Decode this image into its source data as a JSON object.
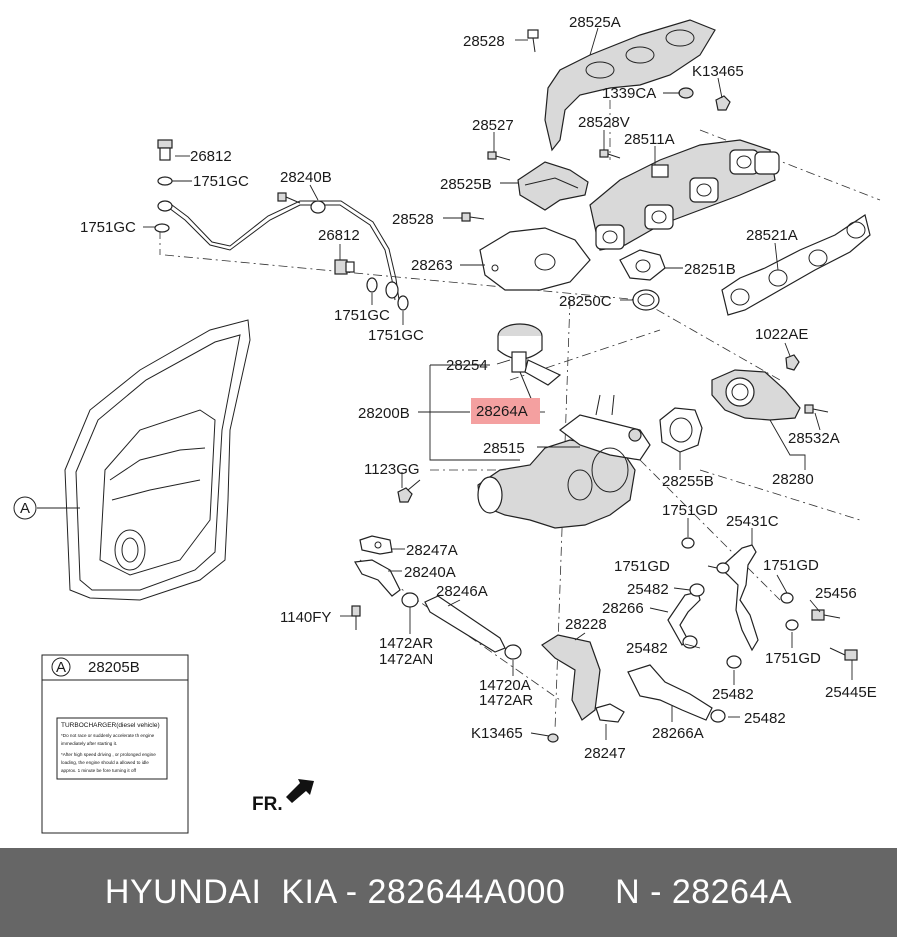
{
  "labels": {
    "p28525A": "28525A",
    "p28528_top": "28528",
    "pK13465_top": "K13465",
    "p1339CA": "1339CA",
    "p28527": "28527",
    "p28528V": "28528V",
    "p28511A": "28511A",
    "p26812_top": "26812",
    "p1751GC_a": "1751GC",
    "p28240B": "28240B",
    "p28525B": "28525B",
    "p1751GC_b": "1751GC",
    "p26812_mid": "26812",
    "p28528_mid": "28528",
    "p28521A": "28521A",
    "p28263": "28263",
    "p28251B": "28251B",
    "p28250C": "28250C",
    "p1751GC_c": "1751GC",
    "p1751GC_d": "1751GC",
    "p1022AE": "1022AE",
    "p28254": "28254",
    "p28200B": "28200B",
    "p28264A": "28264A",
    "p28532A": "28532A",
    "p28515": "28515",
    "p28255B": "28255B",
    "p28280": "28280",
    "p1123GG": "1123GG",
    "pA_door": "A",
    "p1751GD_a": "1751GD",
    "p25431C": "25431C",
    "p28247A": "28247A",
    "p28240A": "28240A",
    "p1751GD_b": "1751GD",
    "p1751GD_c": "1751GD",
    "p28246A": "28246A",
    "p25482_a": "25482",
    "p25456": "25456",
    "p1140FY": "1140FY",
    "p28266": "28266",
    "p28228": "28228",
    "p1472AR": "1472AR",
    "p1472AN": "1472AN",
    "p25482_b": "25482",
    "p1751GD_d": "1751GD",
    "p14720A": "14720A",
    "p1472AR_b": "1472AR",
    "p25482_c": "25482",
    "p25445E": "25445E",
    "p25482_d": "25482",
    "pK13465_bot": "K13465",
    "p28266A": "28266A",
    "p28247": "28247",
    "fr": "FR."
  },
  "note": {
    "circle_letter": "A",
    "part_number": "28205B",
    "heading": "TURBOCHARGER(diesel vehicle)",
    "line1": "*Do not race or suddenly accelerate th engine",
    "line2": "immediately after starting it.",
    "line3": "*After high speed driving , or prolonged engine",
    "line4": "loading, the engine should a allowed to idle",
    "line5": "approx. 1 minute be fore turning it off"
  },
  "highlight_color": "#f4a0a0",
  "footer": {
    "text": "HYUNDAI  KIA - 282644A000     N - 28264A"
  }
}
